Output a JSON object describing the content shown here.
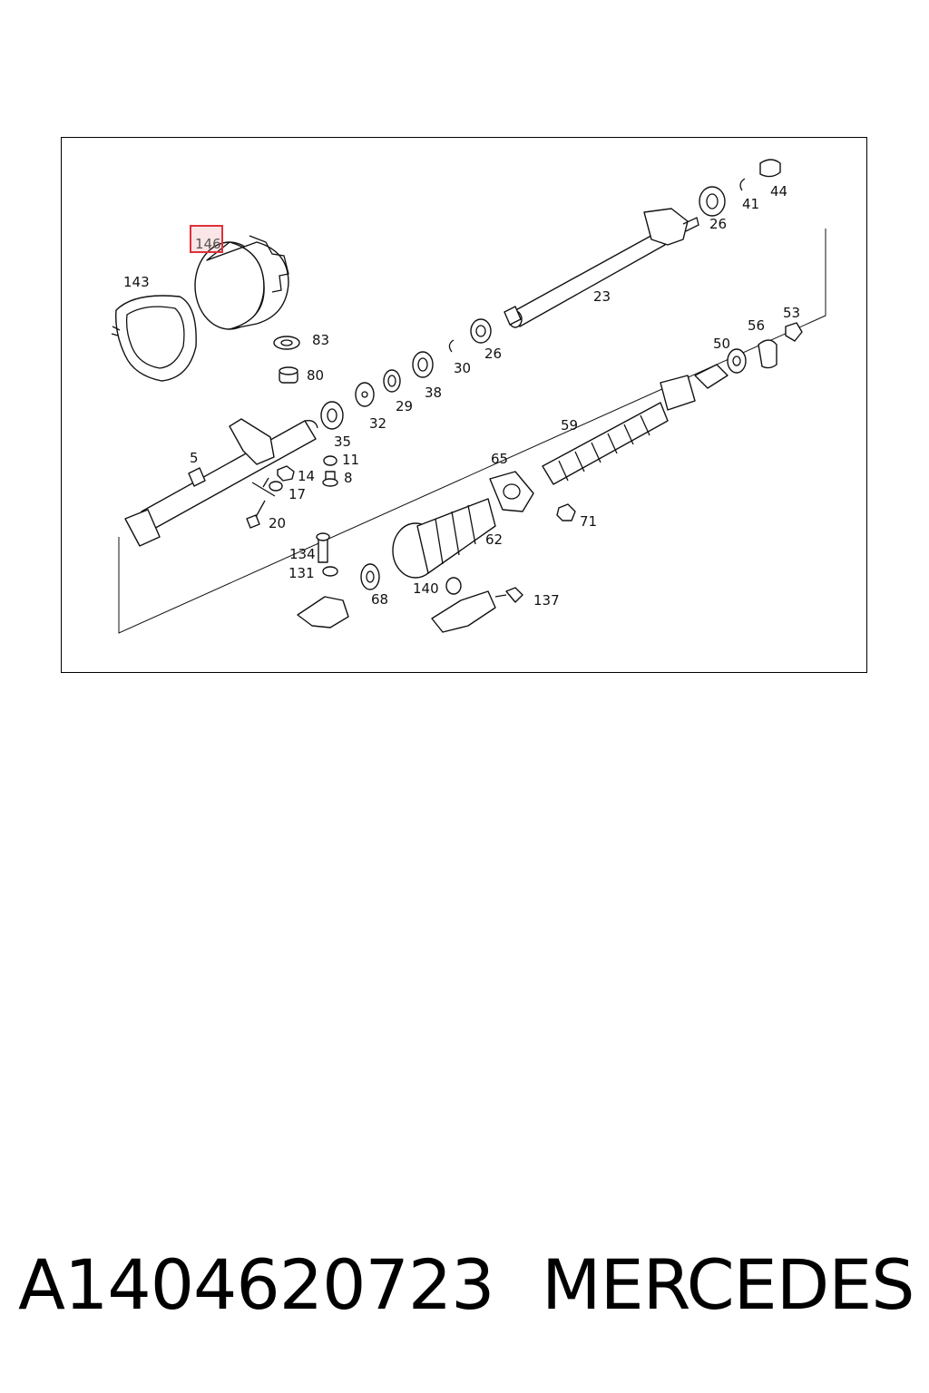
{
  "diagram": {
    "highlighted_part": "146",
    "highlight_color": "#e0303a",
    "callouts": [
      "143",
      "146",
      "83",
      "80",
      "44",
      "41",
      "26",
      "23",
      "26",
      "30",
      "38",
      "29",
      "32",
      "35",
      "5",
      "11",
      "14",
      "8",
      "17",
      "20",
      "65",
      "59",
      "56",
      "53",
      "50",
      "71",
      "62",
      "134",
      "131",
      "68",
      "140",
      "137"
    ]
  },
  "footer": {
    "part_number": "A1404620723",
    "brand": "MERCEDES"
  }
}
